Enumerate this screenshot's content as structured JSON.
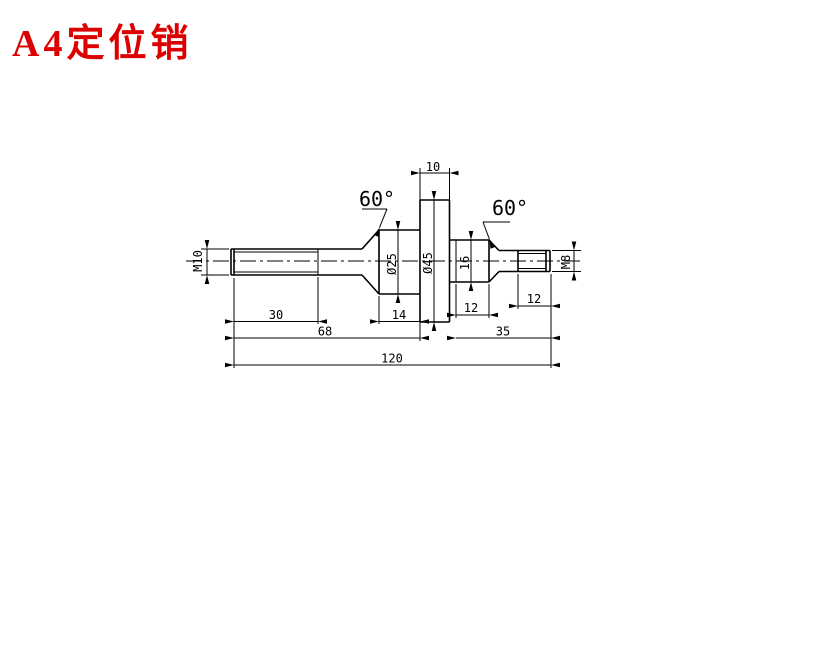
{
  "page": {
    "background": "#ffffff"
  },
  "title": {
    "text": "A4定位销",
    "color": "#dd0000"
  },
  "drawing": {
    "line_color": "#000000",
    "part": "locating pin side view with centerline",
    "dims": {
      "flange_width_top": "10",
      "thread_left_length": "30",
      "mid_cylinder_length": "14",
      "left_section_length": "68",
      "neck_length": "12",
      "thread_right_length": "12",
      "right_section_length": "35",
      "total_length": "120",
      "dia_mid_cylinder": "Ø25",
      "dia_flange": "Ø45",
      "dia_neck": "16",
      "thread_left_spec": "M10",
      "thread_right_spec": "M8",
      "chamfer_left_angle": "60°",
      "chamfer_right_angle": "60°"
    }
  }
}
